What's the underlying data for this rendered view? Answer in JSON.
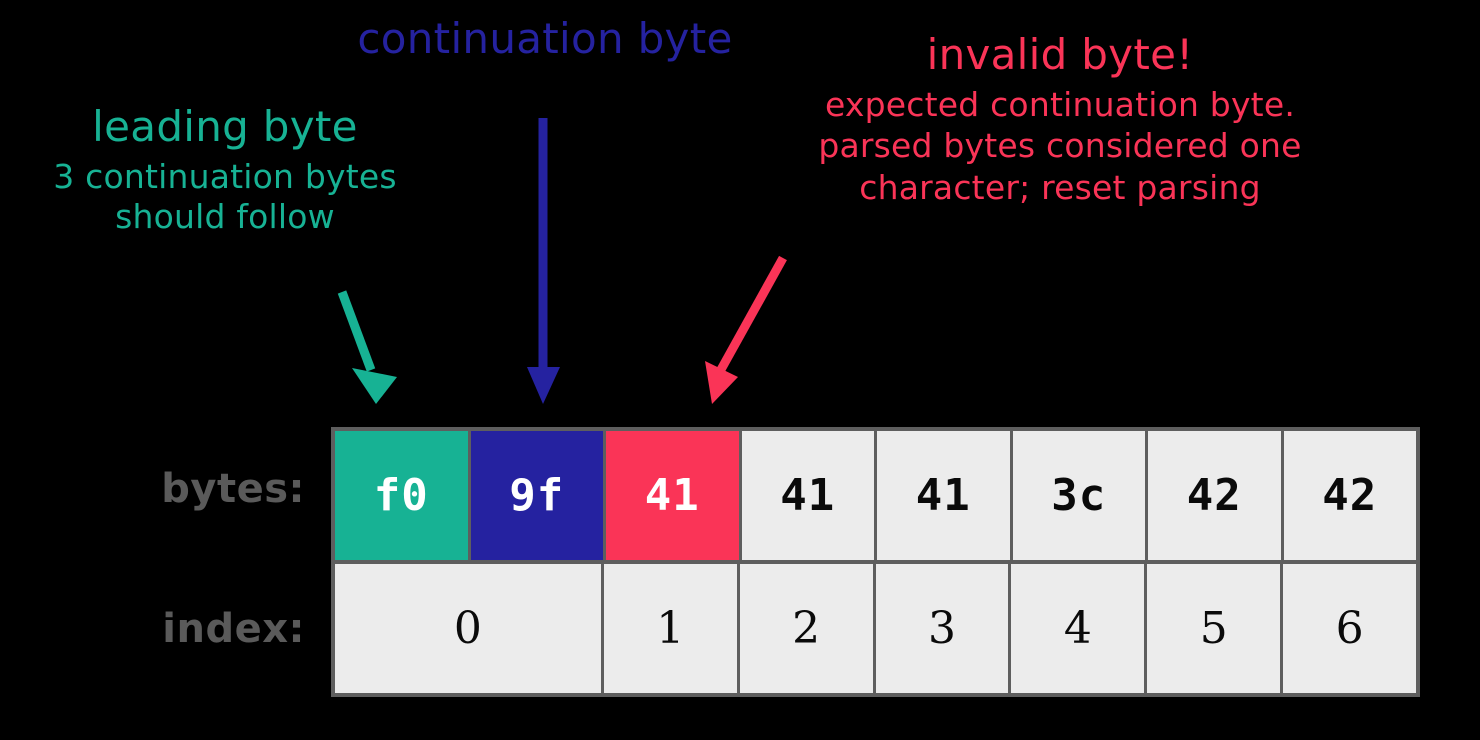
{
  "annotations": {
    "leading": {
      "title": "leading byte",
      "sub_line1": "3 continuation bytes",
      "sub_line2": "should follow",
      "color": "#17B294"
    },
    "continuation": {
      "title": "continuation byte",
      "color": "#2522A0"
    },
    "invalid": {
      "title": "invalid byte!",
      "sub_line1": "expected continuation byte.",
      "sub_line2": "parsed bytes considered one",
      "sub_line3": "character; reset parsing",
      "color": "#FA3457"
    }
  },
  "labels": {
    "bytes": "bytes:",
    "index": "index:"
  },
  "table": {
    "bytes_row": [
      {
        "value": "f0",
        "highlight": "teal"
      },
      {
        "value": "9f",
        "highlight": "blue"
      },
      {
        "value": "41",
        "highlight": "red"
      },
      {
        "value": "41",
        "highlight": "none"
      },
      {
        "value": "41",
        "highlight": "none"
      },
      {
        "value": "3c",
        "highlight": "none"
      },
      {
        "value": "42",
        "highlight": "none"
      },
      {
        "value": "42",
        "highlight": "none"
      }
    ],
    "index_row": [
      {
        "value": "0",
        "span": 2
      },
      {
        "value": "1",
        "span": 1
      },
      {
        "value": "2",
        "span": 1
      },
      {
        "value": "3",
        "span": 1
      },
      {
        "value": "4",
        "span": 1
      },
      {
        "value": "5",
        "span": 1
      },
      {
        "value": "6",
        "span": 1
      }
    ]
  },
  "colors": {
    "background": "#000000",
    "cell_default": "#ECECEC",
    "grid_line": "#5E5E5E",
    "label_text": "#5A5A5A",
    "teal": "#17B294",
    "blue": "#2522A0",
    "red": "#FA3457"
  }
}
